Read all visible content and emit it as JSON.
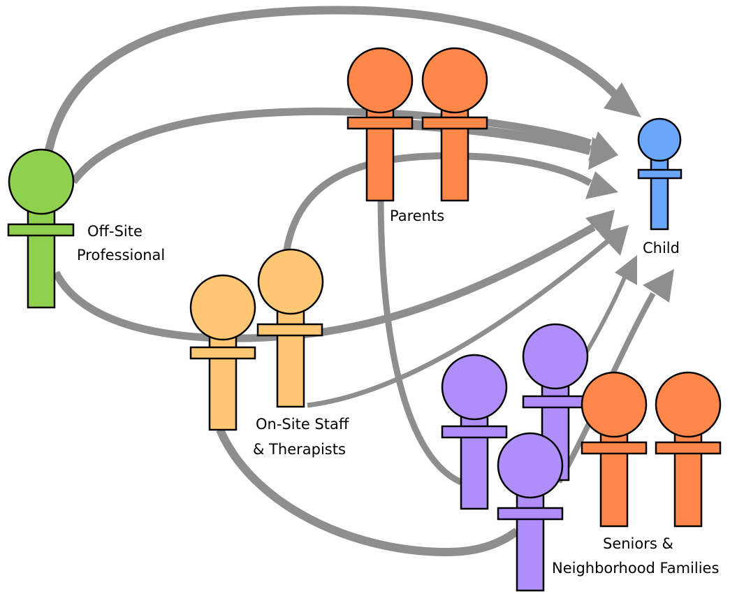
{
  "labels": {
    "offsite_line1": "Off-Site",
    "offsite_line2": "Professional",
    "parents": "Parents",
    "child": "Child",
    "onsite_line1": "On-Site Staff",
    "onsite_line2": "& Therapists",
    "seniors_line1": "Seniors &",
    "seniors_line2": "Neighborhood Families"
  },
  "colors": {
    "offsite": "#8fd14f",
    "parents": "#ff8749",
    "child": "#6aa7fa",
    "onsite": "#ffc774",
    "seniors_purple": "#b08ef9",
    "seniors_orange": "#ff8749",
    "arrow": "#8e8e8e"
  }
}
